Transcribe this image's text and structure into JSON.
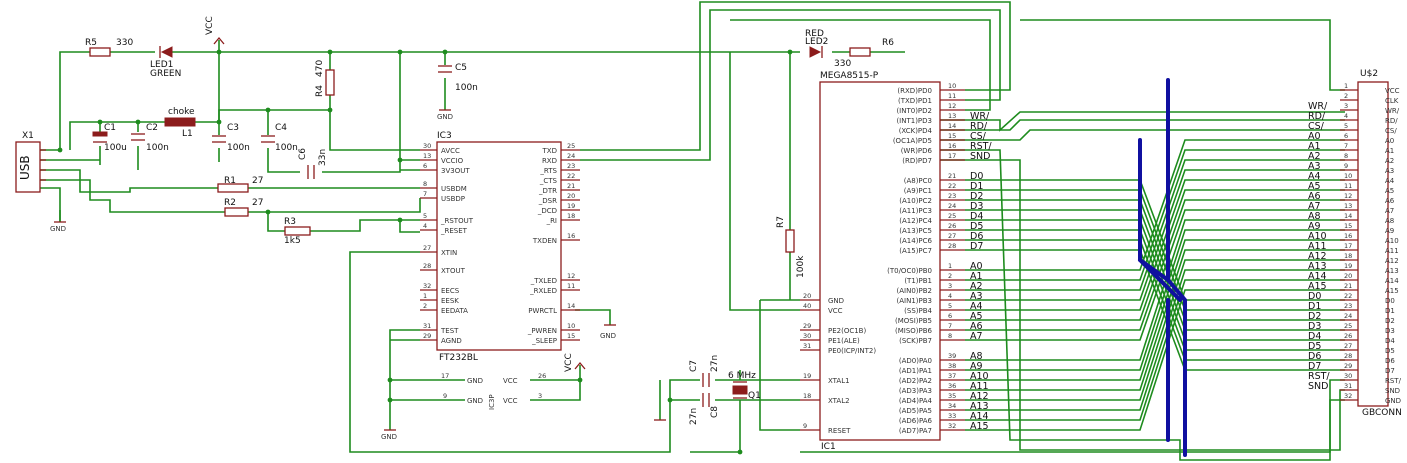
{
  "ic3": {
    "name": "IC3",
    "part": "FT232BL",
    "left": [
      {
        "pin": "30",
        "label": "AVCC"
      },
      {
        "pin": "13",
        "label": "VCCIO"
      },
      {
        "pin": "6",
        "label": "3V3OUT"
      },
      {
        "pin": "8",
        "label": "USBDM"
      },
      {
        "pin": "7",
        "label": "USBDP"
      },
      {
        "pin": "5",
        "label": "_RSTOUT"
      },
      {
        "pin": "4",
        "label": "_RESET"
      },
      {
        "pin": "27",
        "label": "XTIN"
      },
      {
        "pin": "28",
        "label": "XTOUT"
      },
      {
        "pin": "32",
        "label": "EECS"
      },
      {
        "pin": "1",
        "label": "EESK"
      },
      {
        "pin": "2",
        "label": "EEDATA"
      },
      {
        "pin": "31",
        "label": "TEST"
      },
      {
        "pin": "29",
        "label": "AGND"
      }
    ],
    "right": [
      {
        "pin": "25",
        "label": "TXD"
      },
      {
        "pin": "24",
        "label": "RXD"
      },
      {
        "pin": "23",
        "label": "_RTS"
      },
      {
        "pin": "22",
        "label": "_CTS"
      },
      {
        "pin": "21",
        "label": "_DTR"
      },
      {
        "pin": "20",
        "label": "_DSR"
      },
      {
        "pin": "19",
        "label": "_DCD"
      },
      {
        "pin": "18",
        "label": "_RI"
      },
      {
        "pin": "16",
        "label": "TXDEN"
      },
      {
        "pin": "12",
        "label": "_TXLED"
      },
      {
        "pin": "11",
        "label": "_RXLED"
      },
      {
        "pin": "14",
        "label": "PWRCTL"
      },
      {
        "pin": "10",
        "label": "_PWREN"
      },
      {
        "pin": "15",
        "label": "_SLEEP"
      }
    ]
  },
  "ic3p": {
    "name": "IC3P",
    "rows": [
      {
        "lpin": "17",
        "lnet": "GND",
        "rnet": "VCC",
        "rpin": "26"
      },
      {
        "lpin": "9",
        "lnet": "GND",
        "rnet": "VCC",
        "rpin": "3"
      }
    ]
  },
  "ic1": {
    "name": "IC1",
    "part": "MEGA8515-P",
    "left": [
      {
        "pin": "20",
        "label": "GND"
      },
      {
        "pin": "40",
        "label": "VCC"
      },
      {
        "pin": "29",
        "label": "PE2(OC1B)"
      },
      {
        "pin": "30",
        "label": "PE1(ALE)"
      },
      {
        "pin": "31",
        "label": "PE0(ICP/INT2)"
      },
      {
        "pin": "19",
        "label": "XTAL1"
      },
      {
        "pin": "18",
        "label": "XTAL2"
      },
      {
        "pin": "9",
        "label": "RESET"
      }
    ],
    "pd": [
      {
        "pin": "10",
        "label": "(RXD)PD0",
        "net": ""
      },
      {
        "pin": "11",
        "label": "(TXD)PD1",
        "net": ""
      },
      {
        "pin": "12",
        "label": "(INT0)PD2",
        "net": ""
      },
      {
        "pin": "13",
        "label": "(INT1)PD3",
        "net": "WR/"
      },
      {
        "pin": "14",
        "label": "(XCK)PD4",
        "net": "RD/"
      },
      {
        "pin": "15",
        "label": "(OC1A)PD5",
        "net": "CS/"
      },
      {
        "pin": "16",
        "label": "(WR)PD6",
        "net": "RST/"
      },
      {
        "pin": "17",
        "label": "(RD)PD7",
        "net": "SND"
      }
    ],
    "pc": [
      {
        "pin": "21",
        "label": "(A8)PC0",
        "net": "D0"
      },
      {
        "pin": "22",
        "label": "(A9)PC1",
        "net": "D1"
      },
      {
        "pin": "23",
        "label": "(A10)PC2",
        "net": "D2"
      },
      {
        "pin": "24",
        "label": "(A11)PC3",
        "net": "D3"
      },
      {
        "pin": "25",
        "label": "(A12)PC4",
        "net": "D4"
      },
      {
        "pin": "26",
        "label": "(A13)PC5",
        "net": "D5"
      },
      {
        "pin": "27",
        "label": "(A14)PC6",
        "net": "D6"
      },
      {
        "pin": "28",
        "label": "(A15)PC7",
        "net": "D7"
      }
    ],
    "pb": [
      {
        "pin": "1",
        "label": "(T0/OC0)PB0",
        "net": "A0"
      },
      {
        "pin": "2",
        "label": "(T1)PB1",
        "net": "A1"
      },
      {
        "pin": "3",
        "label": "(AIN0)PB2",
        "net": "A2"
      },
      {
        "pin": "4",
        "label": "(AIN1)PB3",
        "net": "A3"
      },
      {
        "pin": "5",
        "label": "(SS)PB4",
        "net": "A4"
      },
      {
        "pin": "6",
        "label": "(MOSI)PB5",
        "net": "A5"
      },
      {
        "pin": "7",
        "label": "(MISO)PB6",
        "net": "A6"
      },
      {
        "pin": "8",
        "label": "(SCK)PB7",
        "net": "A7"
      }
    ],
    "pa": [
      {
        "pin": "39",
        "label": "(AD0)PA0",
        "net": "A8"
      },
      {
        "pin": "38",
        "label": "(AD1)PA1",
        "net": "A9"
      },
      {
        "pin": "37",
        "label": "(AD2)PA2",
        "net": "A10"
      },
      {
        "pin": "36",
        "label": "(AD3)PA3",
        "net": "A11"
      },
      {
        "pin": "35",
        "label": "(AD4)PA4",
        "net": "A12"
      },
      {
        "pin": "34",
        "label": "(AD5)PA5",
        "net": "A13"
      },
      {
        "pin": "33",
        "label": "(AD6)PA6",
        "net": "A14"
      },
      {
        "pin": "32",
        "label": "(AD7)PA7",
        "net": "A15"
      }
    ]
  },
  "u2": {
    "name": "U$2",
    "part": "GBCONN",
    "pins": [
      {
        "n": "1",
        "label": "VCC",
        "net": ""
      },
      {
        "n": "2",
        "label": "CLK",
        "net": ""
      },
      {
        "n": "3",
        "label": "WR/",
        "net": "WR/"
      },
      {
        "n": "4",
        "label": "RD/",
        "net": "RD/"
      },
      {
        "n": "5",
        "label": "CS/",
        "net": "CS/"
      },
      {
        "n": "6",
        "label": "A0",
        "net": "A0"
      },
      {
        "n": "7",
        "label": "A1",
        "net": "A1"
      },
      {
        "n": "8",
        "label": "A2",
        "net": "A2"
      },
      {
        "n": "9",
        "label": "A3",
        "net": "A3"
      },
      {
        "n": "10",
        "label": "A4",
        "net": "A4"
      },
      {
        "n": "11",
        "label": "A5",
        "net": "A5"
      },
      {
        "n": "12",
        "label": "A6",
        "net": "A6"
      },
      {
        "n": "13",
        "label": "A7",
        "net": "A7"
      },
      {
        "n": "14",
        "label": "A8",
        "net": "A8"
      },
      {
        "n": "15",
        "label": "A9",
        "net": "A9"
      },
      {
        "n": "16",
        "label": "A10",
        "net": "A10"
      },
      {
        "n": "17",
        "label": "A11",
        "net": "A11"
      },
      {
        "n": "18",
        "label": "A12",
        "net": "A12"
      },
      {
        "n": "19",
        "label": "A13",
        "net": "A13"
      },
      {
        "n": "20",
        "label": "A14",
        "net": "A14"
      },
      {
        "n": "21",
        "label": "A15",
        "net": "A15"
      },
      {
        "n": "22",
        "label": "D0",
        "net": "D0"
      },
      {
        "n": "23",
        "label": "D1",
        "net": "D1"
      },
      {
        "n": "24",
        "label": "D2",
        "net": "D2"
      },
      {
        "n": "25",
        "label": "D3",
        "net": "D3"
      },
      {
        "n": "26",
        "label": "D4",
        "net": "D4"
      },
      {
        "n": "27",
        "label": "D5",
        "net": "D5"
      },
      {
        "n": "28",
        "label": "D6",
        "net": "D6"
      },
      {
        "n": "29",
        "label": "D7",
        "net": "D7"
      },
      {
        "n": "30",
        "label": "RST/",
        "net": "RST/"
      },
      {
        "n": "31",
        "label": "SND",
        "net": "SND"
      },
      {
        "n": "32",
        "label": "GND",
        "net": ""
      }
    ]
  },
  "components": {
    "x1": "X1",
    "usb": "USB",
    "r5": "R5",
    "r5v": "330",
    "led1": "LED1",
    "led1c": "GREEN",
    "led2": "LED2",
    "led2c": "RED",
    "r6": "R6",
    "r6v": "330",
    "r4": "R4",
    "r4v": "470",
    "r1": "R1",
    "r1v": "27",
    "r2": "R2",
    "r2v": "27",
    "r3": "R3",
    "r3v": "1k5",
    "r7": "R7",
    "r7v": "100k",
    "c1": "C1",
    "c1v": "100u",
    "c2": "C2",
    "c2v": "100n",
    "c3": "C3",
    "c3v": "100n",
    "c4": "C4",
    "c4v": "100n",
    "c5": "C5",
    "c5v": "100n",
    "c6": "C6",
    "c6v": "33n",
    "c7": "C7",
    "c7v": "27n",
    "c8": "C8",
    "c8v": "27n",
    "l1": "L1",
    "l1v": "choke",
    "q1": "Q1",
    "q1v": "6 MHz"
  },
  "nets": {
    "vcc": "VCC",
    "gnd": "GND"
  }
}
